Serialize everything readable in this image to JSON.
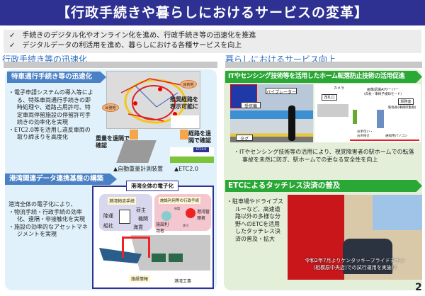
{
  "title": "【行政手続きや暮らしにおけるサービスの変革】",
  "summary": [
    "手続きのデジタル化やオンライン化を進め、行政手続き等の迅速化を推進",
    "デジタルデータの利活用を進め、暮らしにおける各種サービスを向上"
  ],
  "left": {
    "heading": "行政手続き等の迅速化",
    "tokusha": {
      "header": "特車通行手続き等の迅速化",
      "bullets": [
        "電子申請システムの導入等による、特殊車両通行手続きの即時処理や、道路占用許可、特定車両停留施設の停留許可手続きの効率化を実現",
        "ETC2.0等を活用し違反車両の取り締まりを高度化"
      ],
      "origin": "出発地",
      "destination": "目的地",
      "route_label": "推奨経路を表示可能に",
      "weight_label": "重量を遠隔で確認",
      "route_check_label": "経路を遠隔で確認",
      "weigh_caption": "▲自動重量計測装置",
      "etc_caption": "▲ETC2.0",
      "etc_badge": "ETC2.0"
    },
    "port": {
      "header": "港湾関連データ連携基盤の構築",
      "intro": "港湾全体の電子化により、",
      "bullets": [
        "物流手続・行政手続の効率化、遠隔・非接触化を実現",
        "施設の効率的なアセットマネジメントを実現"
      ],
      "diagram_title": "港湾全体の電子化",
      "logistics": "港湾物流手続",
      "admin": "施設利用等の行政手続",
      "land": "陸運",
      "shipper": "荷主",
      "agency": "機関",
      "ship": "船社",
      "sea": "海貨",
      "apply": "申請",
      "permit": "許可",
      "manager": "港湾管理者",
      "user": "施設利用者",
      "facility": "施設情報",
      "works": "港湾工事"
    }
  },
  "right": {
    "heading": "暮らしにおけるサービス向上",
    "platform": {
      "header": "ITやセンシング技術等を活用したホーム転落防止技術の活用促進",
      "vibrator": "バイブレーター",
      "receiver": "受信機",
      "tag": "タグ",
      "camera": "カメラ",
      "gate": "改札口",
      "server": "画像認識AIサーバー",
      "server_mode": "(白杖・車椅子検知モード)",
      "office": "駅務室",
      "staff": "駅係員(事務所勤務)",
      "help": "お手伝い・お声掛け",
      "pc": "通知用パソコン",
      "bullet": "ITやセンシング技術等の活用により、視覚障害者の駅ホームでの転落事故を未然に防ぎ、駅ホームでの更なる安全性を向上"
    },
    "etc": {
      "header": "ETCによるタッチレス決済の普及",
      "bullet": "駐車場やドライブスルーなど、高速道路以外の多様な分野へのETCを活用したタッチレス決済の普及・拡大",
      "caption1": "令和2年7月よりケンタッキーフライドチキン",
      "caption2": "(相模原中央店)での試行運用を実施中"
    }
  },
  "page_number": "2"
}
